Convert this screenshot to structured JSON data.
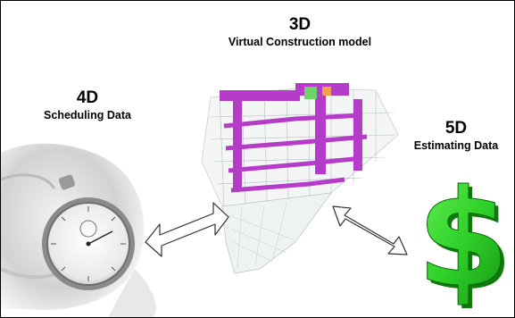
{
  "labels": {
    "three_d": {
      "title": "3D",
      "subtitle": "Virtual Construction model"
    },
    "four_d": {
      "title": "4D",
      "subtitle": "Scheduling Data"
    },
    "five_d": {
      "title": "5D",
      "subtitle": "Estimating Data"
    }
  },
  "colors": {
    "frame": "#000000",
    "dollar_green": "#2fd12a",
    "dollar_dark": "#0f7a0c",
    "building_magenta": "#b43cc8",
    "stopwatch_grey": "#9a9a9a"
  },
  "icons": {
    "stopwatch": "stopwatch-icon",
    "building": "building-model-icon",
    "dollar": "dollar-sign-icon",
    "arrow_left": "double-arrow-icon",
    "arrow_right": "double-arrow-icon"
  }
}
